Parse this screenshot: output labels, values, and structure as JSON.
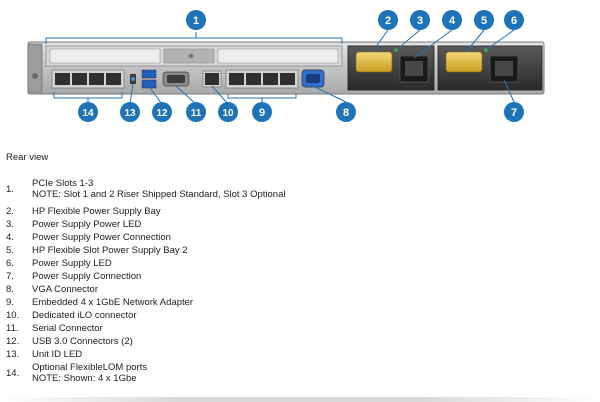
{
  "callouts": [
    "1",
    "2",
    "3",
    "4",
    "5",
    "6",
    "7",
    "8",
    "9",
    "10",
    "11",
    "12",
    "13",
    "14"
  ],
  "caption": "Rear view",
  "legend": [
    {
      "num": "1.",
      "text": "PCIe Slots 1-3",
      "note": "NOTE: Slot 1 and 2 Riser Shipped Standard, Slot 3 Optional"
    },
    {
      "num": "2.",
      "text": "HP Flexible Power Supply Bay"
    },
    {
      "num": "3.",
      "text": "Power Supply Power LED"
    },
    {
      "num": "4.",
      "text": "Power Supply Power Connection"
    },
    {
      "num": "5.",
      "text": "HP Flexible Slot Power Supply Bay 2"
    },
    {
      "num": "6.",
      "text": "Power Supply LED"
    },
    {
      "num": "7.",
      "text": "Power Supply Connection"
    },
    {
      "num": "8.",
      "text": "VGA Connector"
    },
    {
      "num": "9.",
      "text": "Embedded 4 x 1GbE Network Adapter"
    },
    {
      "num": "10.",
      "text": "Dedicated iLO connector"
    },
    {
      "num": "11.",
      "text": "Serial Connector"
    },
    {
      "num": "12.",
      "text": "USB 3.0 Connectors (2)"
    },
    {
      "num": "13.",
      "text": "Unit ID LED"
    },
    {
      "num": "14.",
      "text": "Optional FlexibleLOM ports",
      "note": "NOTE: Shown: 4 x 1Gbe"
    }
  ],
  "colors": {
    "callout_fill": "#1e74b8",
    "callout_text": "#ffffff",
    "leader_line": "#1e74b8",
    "psu_handle": "#e8c24a",
    "chassis": "#c9c9c9",
    "chassis_dark": "#3a3a3a"
  }
}
